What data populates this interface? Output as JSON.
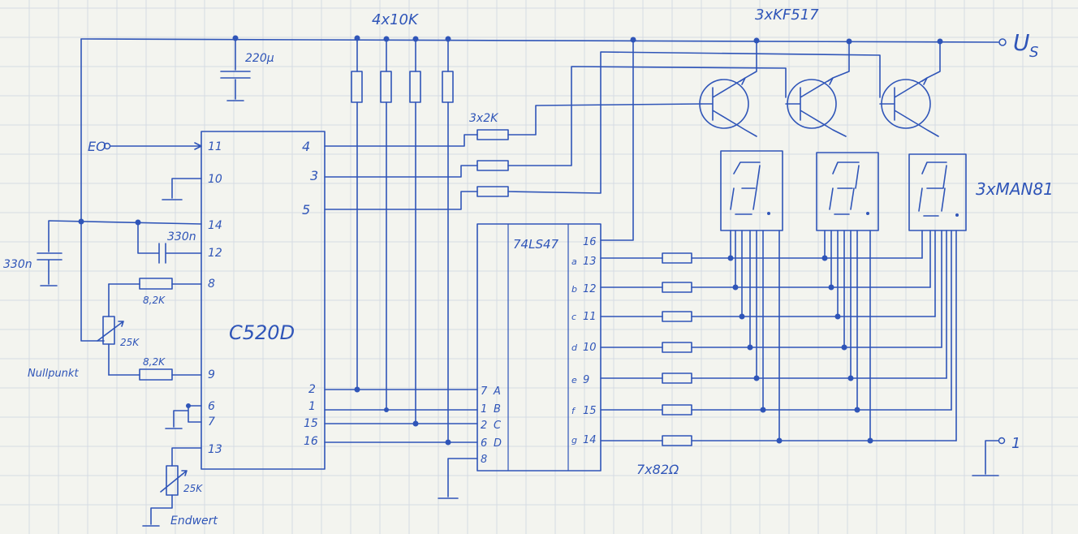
{
  "labels": {
    "supply": "U",
    "supply_sub": "S",
    "res_pullups": "4x10K",
    "transistors": "3xKF517",
    "cap_220": "220μ",
    "res_base": "3x2K",
    "displays": "3xMAN81",
    "eo": "EO",
    "ic_main": "C520D",
    "ic_decoder": "74LS47",
    "cap_330_left": "330n",
    "cap_330_mid": "330n",
    "res_82k_top": "8,2K",
    "res_82k_bot": "8,2K",
    "pot_25k_top": "25K",
    "pot_25k_bot": "25K",
    "nullpunkt": "Nullpunkt",
    "endwert": "Endwert",
    "res_seg": "7x82Ω",
    "ground_one": "1"
  },
  "c520d_pins_left": [
    "11",
    "10",
    "14",
    "12",
    "8",
    "9",
    "6",
    "7",
    "13"
  ],
  "c520d_pins_right": [
    "4",
    "3",
    "5",
    "2",
    "1",
    "15",
    "16"
  ],
  "ls47_pins_left": [
    {
      "num": "7",
      "name": "A"
    },
    {
      "num": "1",
      "name": "B"
    },
    {
      "num": "2",
      "name": "C"
    },
    {
      "num": "6",
      "name": "D"
    },
    {
      "num": "8",
      "name": ""
    }
  ],
  "ls47_pins_right": [
    {
      "name": "",
      "num": "16"
    },
    {
      "name": "a",
      "num": "13"
    },
    {
      "name": "b",
      "num": "12"
    },
    {
      "name": "c",
      "num": "11"
    },
    {
      "name": "d",
      "num": "10"
    },
    {
      "name": "e",
      "num": "9"
    },
    {
      "name": "f",
      "num": "15"
    },
    {
      "name": "g",
      "num": "14"
    }
  ]
}
